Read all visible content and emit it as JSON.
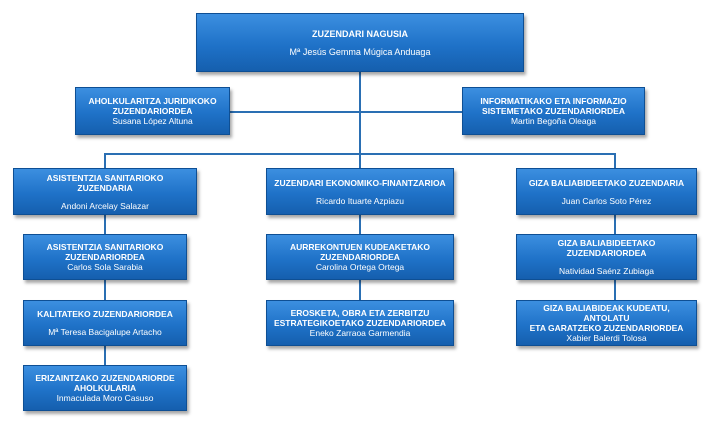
{
  "top": {
    "title": "ZUZENDARI NAGUSIA",
    "name": "Mª Jesús Gemma Múgica Anduaga"
  },
  "advisors": [
    {
      "title_lines": [
        "AHOLKULARITZA JURIDIKOKO",
        "ZUZENDARIORDEA"
      ],
      "name": "Susana López Altuna"
    },
    {
      "title_lines": [
        "INFORMATIKAKO ETA INFORMAZIO",
        "SISTEMETAKO ZUZENDARIORDEA"
      ],
      "name": "Martin Begoña Oleaga"
    }
  ],
  "columns": [
    {
      "head": {
        "title": "ASISTENTZIA SANITARIOKO ZUZENDARIA",
        "name": "Andoni Arcelay Salazar"
      },
      "subs": [
        {
          "title_lines": [
            "ASISTENTZIA SANITARIOKO",
            "ZUZENDARIORDEA"
          ],
          "name": "Carlos Sola Sarabia"
        },
        {
          "title_lines": [
            "KALITATEKO ZUZENDARIORDEA"
          ],
          "name": "Mª Teresa Bacigalupe Artacho"
        },
        {
          "title_lines": [
            "ERIZAINTZAKO ZUZENDARIORDE",
            "AHOLKULARIA"
          ],
          "name": "Inmaculada Moro Casuso"
        }
      ]
    },
    {
      "head": {
        "title": "ZUZENDARI EKONOMIKO-FINANTZARIOA",
        "name": "Ricardo Ituarte Azpiazu"
      },
      "subs": [
        {
          "title_lines": [
            "AURREKONTUEN KUDEAKETAKO",
            "ZUZENDARIORDEA"
          ],
          "name": "Carolina Ortega Ortega"
        },
        {
          "title_lines": [
            "EROSKETA, OBRA ETA ZERBITZU",
            "ESTRATEGIKOETAKO ZUZENDARIORDEA"
          ],
          "name": "Eneko Zarraoa Garmendia"
        }
      ]
    },
    {
      "head": {
        "title": "GIZA BALIABIDEETAKO ZUZENDARIA",
        "name": "Juan Carlos Soto Pérez"
      },
      "subs": [
        {
          "title_lines": [
            "GIZA BALIABIDEETAKO ZUZENDARIORDEA"
          ],
          "name": "Natividad Saénz Zubiaga"
        },
        {
          "title_lines": [
            "GIZA BALIABIDEAK KUDEATU, ANTOLATU",
            "ETA GARATZEKO ZUZENDARIORDEA"
          ],
          "name": "Xabier Balerdi Tolosa"
        }
      ]
    }
  ]
}
